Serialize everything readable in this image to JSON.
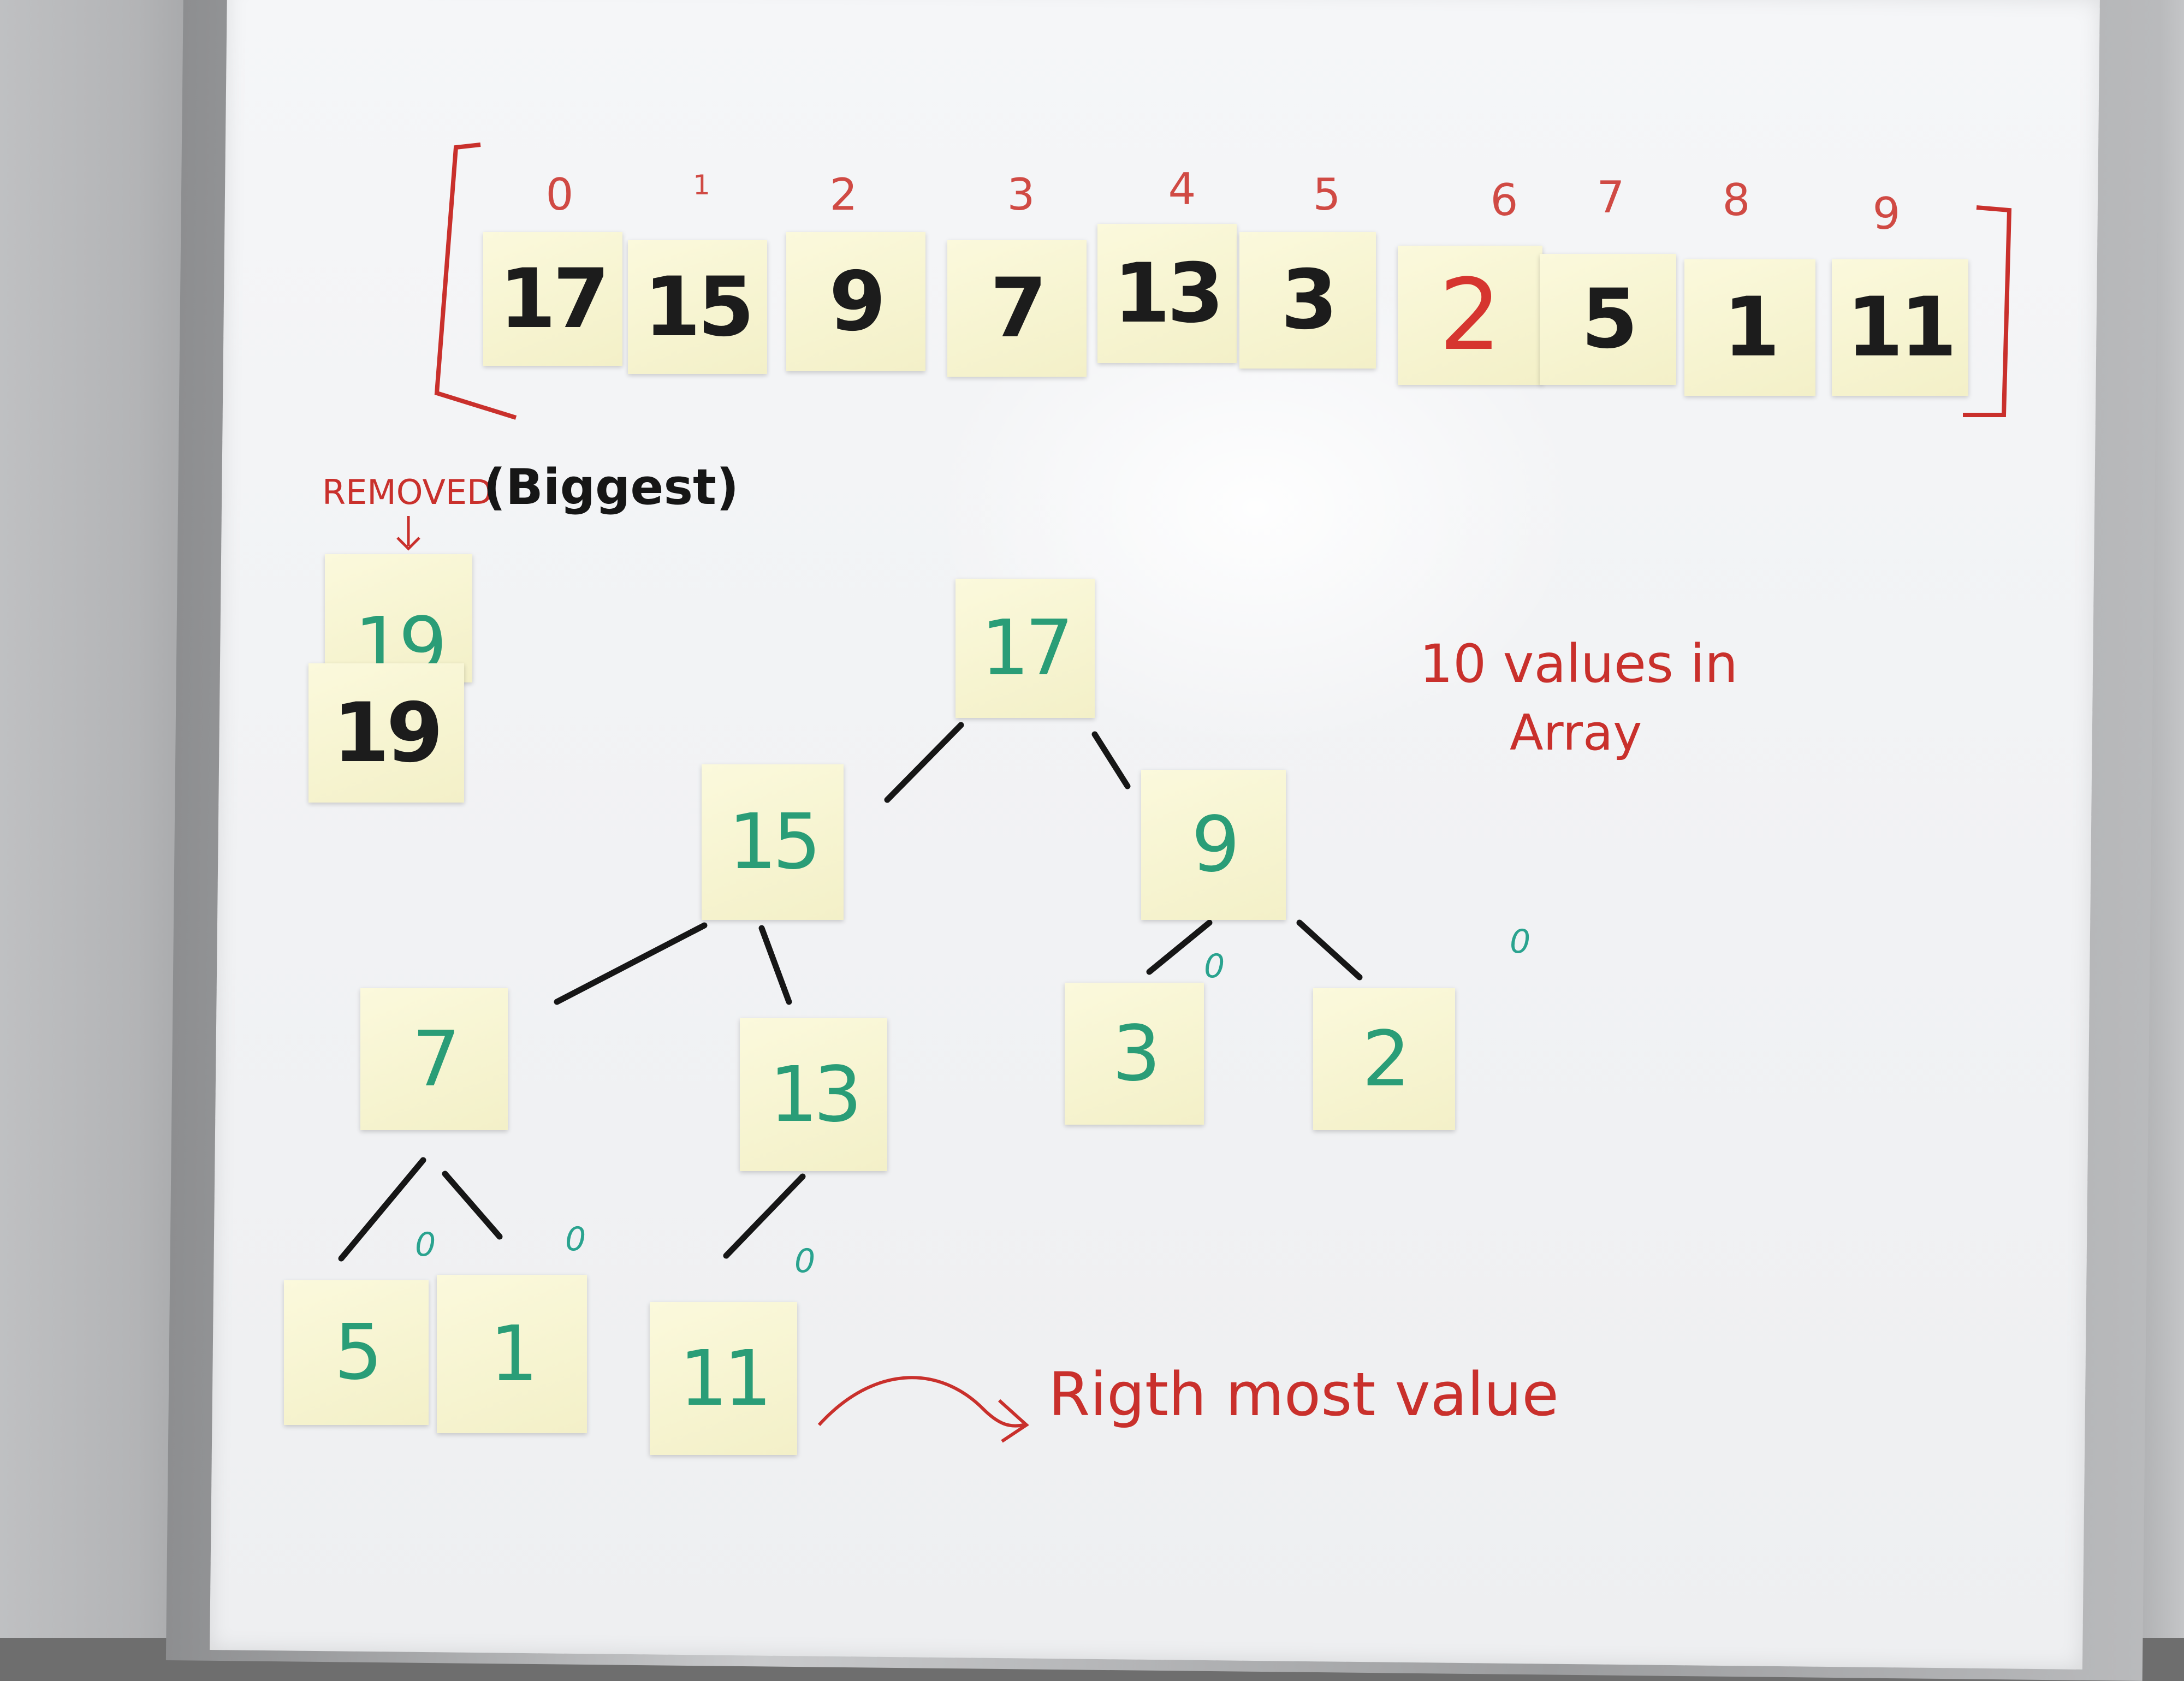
{
  "array": {
    "indices": [
      "0",
      "1",
      "2",
      "3",
      "4",
      "5",
      "6",
      "7",
      "8",
      "9"
    ],
    "values": [
      "17",
      "15",
      "9",
      "7",
      "13",
      "3",
      "2",
      "5",
      "1",
      "11"
    ],
    "highlighted_value": "2",
    "highlight_color": "#d6352f"
  },
  "removed": {
    "label": "REMOVED",
    "qualifier": "(Biggest)",
    "arrow": "↓",
    "top_note": "19",
    "bottom_note": "19"
  },
  "heap_tree": {
    "root": "17",
    "level1": [
      "15",
      "9"
    ],
    "level2": [
      "7",
      "13",
      "3",
      "2"
    ],
    "level3": [
      "5",
      "1",
      "11"
    ],
    "null_marker": "0"
  },
  "annotations": {
    "count_line1": "10 values in",
    "count_line2": "Array",
    "rightmost": "Rigth most value"
  },
  "colors": {
    "sticky_note": "#f8f6d4",
    "marker_red": "#c9302c",
    "marker_black": "#161616",
    "marker_green": "#2a9d77"
  }
}
